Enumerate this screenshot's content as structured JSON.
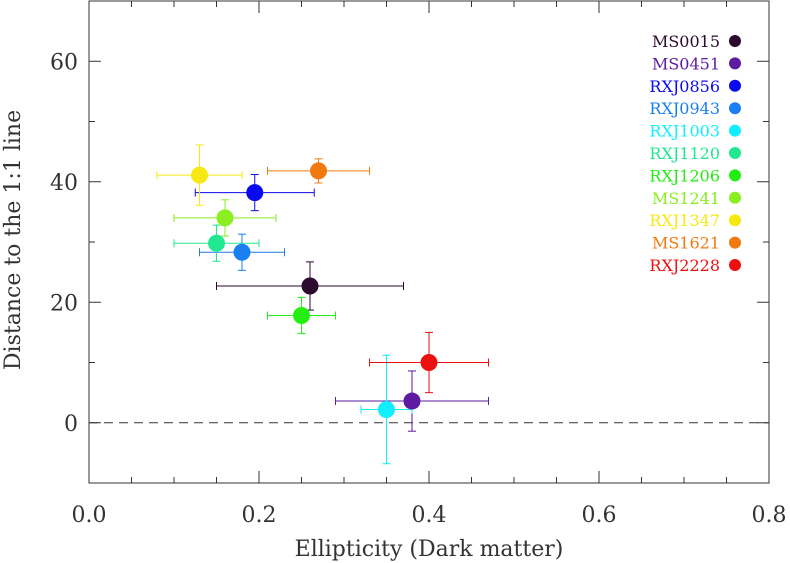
{
  "chart_data": {
    "type": "scatter",
    "xlabel": "Ellipticity (Dark matter)",
    "ylabel": "Distance to the 1:1 line",
    "xlim": [
      0.0,
      0.8
    ],
    "ylim": [
      -10,
      70
    ],
    "x_ticks": [
      0.0,
      0.2,
      0.4,
      0.6,
      0.8
    ],
    "x_tick_labels": [
      "0.0",
      "0.2",
      "0.4",
      "0.6",
      "0.8"
    ],
    "x_minor_step": 0.05,
    "y_ticks": [
      0,
      20,
      40,
      60
    ],
    "y_tick_labels": [
      "0",
      "20",
      "40",
      "60"
    ],
    "y_minor_step": 10,
    "reference_line": {
      "y": 0,
      "style": "dashed"
    },
    "legend_position": "top-right",
    "grid": false,
    "series": [
      {
        "name": "MS0015",
        "color": "#2b0a2e",
        "x": 0.26,
        "y": 22.7,
        "xerr": [
          0.11,
          0.11
        ],
        "yerr": [
          4.0,
          4.0
        ]
      },
      {
        "name": "MS0451",
        "color": "#5e1aa0",
        "x": 0.38,
        "y": 3.6,
        "xerr": [
          0.09,
          0.09
        ],
        "yerr": [
          5.0,
          5.0
        ]
      },
      {
        "name": "RXJ0856",
        "color": "#0a0af0",
        "x": 0.195,
        "y": 38.2,
        "xerr": [
          0.07,
          0.07
        ],
        "yerr": [
          3.0,
          3.0
        ]
      },
      {
        "name": "RXJ0943",
        "color": "#1a7ff0",
        "x": 0.18,
        "y": 28.3,
        "xerr": [
          0.05,
          0.05
        ],
        "yerr": [
          3.0,
          3.0
        ]
      },
      {
        "name": "RXJ1003",
        "color": "#10eeff",
        "x": 0.35,
        "y": 2.2,
        "xerr": [
          0.03,
          0.03
        ],
        "yerr": [
          9.0,
          9.0
        ]
      },
      {
        "name": "RXJ1120",
        "color": "#20e890",
        "x": 0.15,
        "y": 29.8,
        "xerr": [
          0.05,
          0.05
        ],
        "yerr": [
          3.0,
          3.0
        ]
      },
      {
        "name": "RXJ1206",
        "color": "#22ee10",
        "x": 0.25,
        "y": 17.8,
        "xerr": [
          0.04,
          0.04
        ],
        "yerr": [
          3.0,
          3.0
        ]
      },
      {
        "name": "MS1241",
        "color": "#8aee20",
        "x": 0.16,
        "y": 34.0,
        "xerr": [
          0.06,
          0.06
        ],
        "yerr": [
          3.0,
          3.0
        ]
      },
      {
        "name": "RXJ1347",
        "color": "#f6e810",
        "x": 0.13,
        "y": 41.1,
        "xerr": [
          0.05,
          0.05
        ],
        "yerr": [
          5.0,
          5.0
        ]
      },
      {
        "name": "MS1621",
        "color": "#f07a10",
        "x": 0.27,
        "y": 41.8,
        "xerr": [
          0.06,
          0.06
        ],
        "yerr": [
          2.0,
          2.0
        ]
      },
      {
        "name": "RXJ2228",
        "color": "#ee1010",
        "x": 0.4,
        "y": 10.0,
        "xerr": [
          0.07,
          0.07
        ],
        "yerr": [
          5.0,
          5.0
        ]
      }
    ]
  }
}
